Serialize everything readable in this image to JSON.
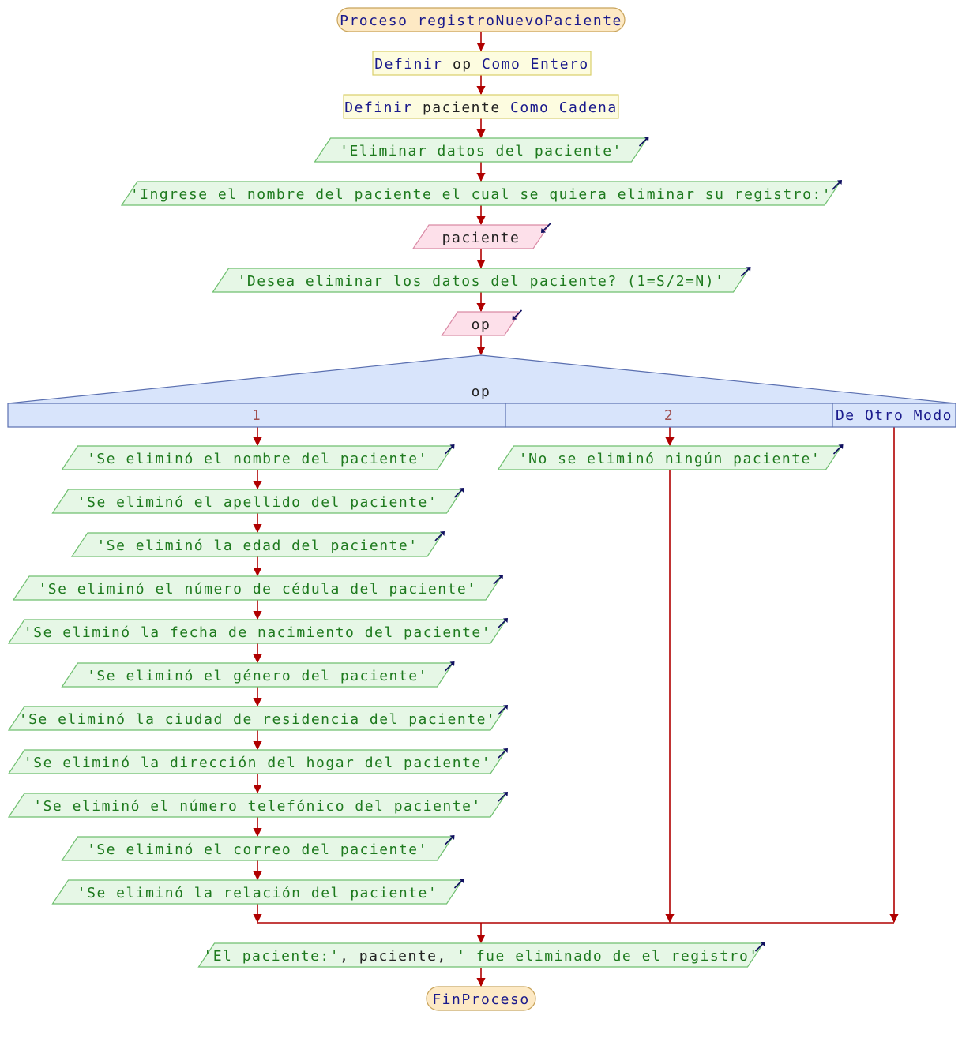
{
  "colors": {
    "terminal_fill": "#fde9c4",
    "terminal_stroke": "#c8a35a",
    "define_fill": "#fdfce0",
    "define_stroke": "#d9cf6a",
    "output_fill": "#e6f7e6",
    "output_stroke": "#6fbf6f",
    "input_fill": "#fde0ea",
    "input_stroke": "#d98aa5",
    "switch_fill": "#d8e4fb",
    "switch_stroke": "#5a6fb0",
    "flow_line": "#b00000",
    "keyword_text": "#1a1a8c",
    "string_text": "#1e7a1e",
    "io_arrow_icon": "#101060"
  },
  "process": {
    "start": "Proceso registroNuevoPaciente",
    "end": "FinProceso"
  },
  "definitions": [
    {
      "kw1": "Definir",
      "var": "op",
      "kw2": "Como Entero"
    },
    {
      "kw1": "Definir",
      "var": "paciente",
      "kw2": "Como Cadena"
    }
  ],
  "prelude_outputs": [
    "'Eliminar datos del paciente'",
    "'Ingrese el nombre del paciente el cual se quiera eliminar su registro:'"
  ],
  "input_paciente": "paciente",
  "confirm_output": "'Desea eliminar los datos del paciente? (1=S/2=N)'",
  "input_op": "op",
  "switch": {
    "variable": "op",
    "case1_label": "1",
    "case2_label": "2",
    "default_label": "De Otro Modo"
  },
  "case1_outputs": [
    "'Se eliminó el nombre del paciente'",
    "'Se eliminó el apellido del paciente'",
    "'Se eliminó la edad del paciente'",
    "'Se eliminó el número de cédula del paciente'",
    "'Se eliminó la fecha de nacimiento del paciente'",
    "'Se eliminó el género del paciente'",
    "'Se eliminó la ciudad de residencia del paciente'",
    "'Se eliminó la dirección del hogar del paciente'",
    "'Se eliminó el número telefónico del paciente'",
    "'Se eliminó el correo del paciente'",
    "'Se eliminó la relación del paciente'"
  ],
  "case2_output": "'No se eliminó ningún paciente'",
  "final_output": {
    "part1": "'El paciente:'",
    "sep1": ", ",
    "var": "paciente",
    "sep2": ", ",
    "part2": "' fue eliminado de el registro'"
  }
}
